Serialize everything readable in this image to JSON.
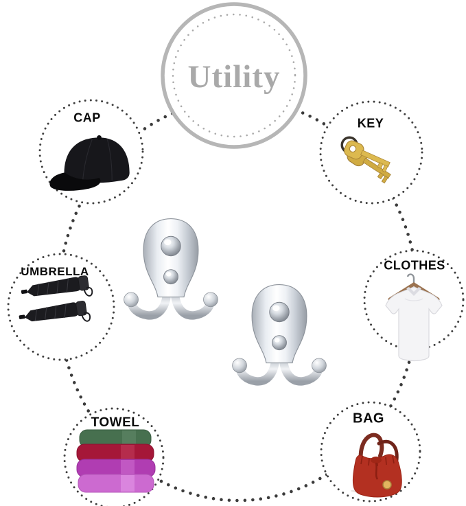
{
  "badge": {
    "label": "Utility"
  },
  "items": [
    {
      "id": "cap",
      "label": "CAP",
      "position": "top-left",
      "image": "black-baseball-cap"
    },
    {
      "id": "key",
      "label": "KEY",
      "position": "top-right",
      "image": "two-gold-keys-on-ring"
    },
    {
      "id": "umbrella",
      "label": "UMBRELLA",
      "position": "middle-left",
      "image": "two-folded-black-umbrellas"
    },
    {
      "id": "clothes",
      "label": "CLOTHES",
      "position": "middle-right",
      "image": "white-tshirt-on-wooden-hanger"
    },
    {
      "id": "towel",
      "label": "TOWEL",
      "position": "bottom-left",
      "image": "stack-of-four-folded-towels"
    },
    {
      "id": "bag",
      "label": "BAG",
      "position": "bottom-right",
      "image": "red-leather-bucket-handbag"
    }
  ],
  "center_products": {
    "name": "chrome-double-prong-wall-hook",
    "count": 2
  },
  "colors": {
    "background": "#ffffff",
    "ring_dots": "#3b3b3b",
    "item_circle_dots": "#3f3f3f",
    "badge_ring": "#b6b6b6",
    "badge_inner_dots": "#a9a9a9",
    "badge_text": "#a9a9a9",
    "label_text": "#0a0a0a",
    "chrome_light": "#ffffff",
    "chrome_mid": "#d3d8df",
    "chrome_dark": "#9aa0a8",
    "key_gold": "#dcb94f",
    "bag_red": "#b33021",
    "umbrella_black": "#1b1b1f",
    "cap_black": "#17171b",
    "hanger_wood": "#9b7350",
    "towel_colors": [
      "#47704f",
      "#a51738",
      "#b03db2",
      "#cc6ad0"
    ]
  }
}
